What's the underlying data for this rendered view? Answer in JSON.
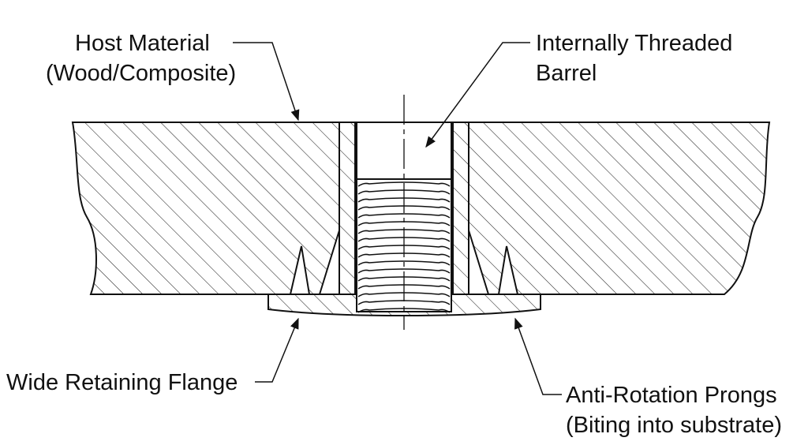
{
  "diagram": {
    "callouts": {
      "host_material": {
        "line1": "Host Material",
        "line2": "(Wood/Composite)"
      },
      "barrel": {
        "line1": "Internally Threaded",
        "line2": "Barrel"
      },
      "flange": {
        "line1": "Wide Retaining Flange"
      },
      "prongs": {
        "line1": "Anti-Rotation Prongs",
        "line2": "(Biting into substrate)"
      }
    },
    "colors": {
      "ink": "#111111",
      "background": "#ffffff"
    }
  }
}
